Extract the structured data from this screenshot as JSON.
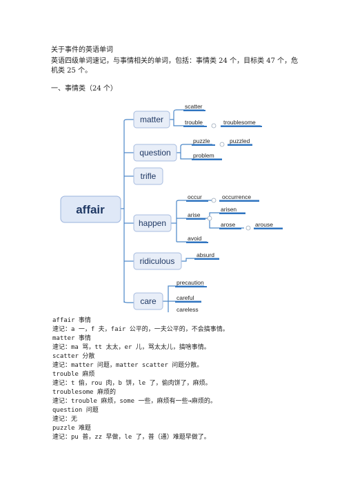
{
  "doc": {
    "title": "关于事件的英语单词",
    "intro_line1": "英语四级单词速记，与事情相关的单词，包括：事情类 24 个，目标类 47 个，危",
    "intro_line2": "机类 25 个。",
    "section1": "一、事情类（24 个）"
  },
  "mindmap": {
    "root": "affair",
    "branches": [
      {
        "label": "matter",
        "children": [
          "scatter",
          "trouble",
          "troublesome"
        ]
      },
      {
        "label": "question",
        "children": [
          "puzzle",
          "puzzled",
          "problem"
        ]
      },
      {
        "label": "trifle",
        "children": []
      },
      {
        "label": "happen",
        "children": [
          "occur",
          "occurrence",
          "arise",
          "arisen",
          "arose",
          "arouse",
          "avoid"
        ]
      },
      {
        "label": "ridiculous",
        "children": [
          "absurd"
        ]
      },
      {
        "label": "care",
        "children": [
          "precaution",
          "careful",
          "careless"
        ]
      }
    ],
    "colors": {
      "root_fill": "#dfe8f7",
      "root_border": "#9ab3dc",
      "node_fill": "#e8eef8",
      "node_border": "#a7bcdf",
      "line": "#4a86c8",
      "text": "#1f3864"
    }
  },
  "entries": [
    {
      "word": "affair 事情",
      "memo": "速记：a 一，f 夫，fair 公平的，一夫公平的，不会搞事情。"
    },
    {
      "word": "matter 事情",
      "memo": "速记：ma 骂，tt 太太，er 儿，骂太太儿，搞啥事情。"
    },
    {
      "word": "scatter 分散",
      "memo": "速记：matter 问题，matter scatter 问题分散。"
    },
    {
      "word": "trouble 麻烦",
      "memo": "速记：t 偷，rou 肉，b 饼，le 了，偷肉饼了，麻烦。"
    },
    {
      "word": "troublesome 麻烦的",
      "memo": "速记：trouble 麻烦，some 一些，麻烦有一些→麻烦的。"
    },
    {
      "word": "question 问题",
      "memo": "速记：无"
    },
    {
      "word": "puzzle 难题",
      "memo": "速记：pu 普，zz 早做，le 了，普（通）难题早做了。"
    }
  ]
}
